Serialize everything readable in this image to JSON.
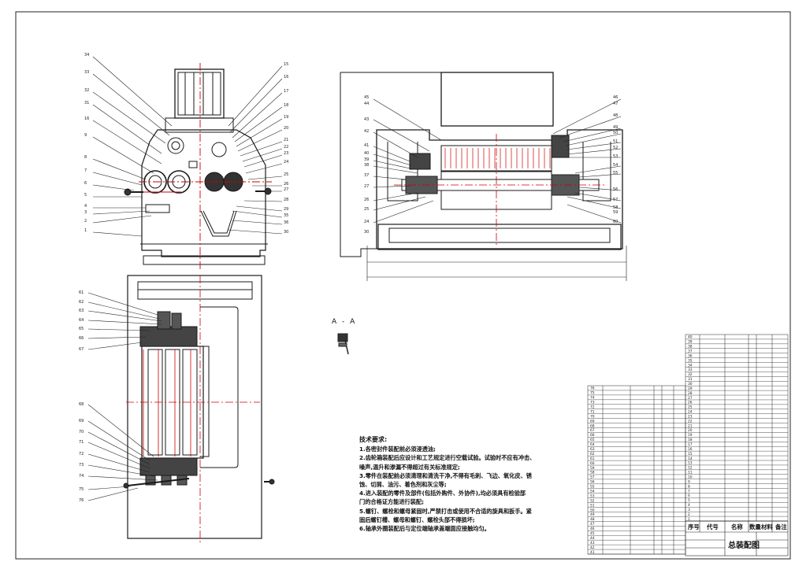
{
  "drawing": {
    "section_label": "A - A",
    "title_block": {
      "title": "总装配图",
      "headers": [
        "序号",
        "代号",
        "名称",
        "数量",
        "材料",
        "备注"
      ]
    },
    "technical_requirements": {
      "heading": "技术要求:",
      "items": [
        "1.各密封件装配前必须浸透油;",
        "2.齿轮箱装配后应设计和工艺规定进行空载试验。试验时不应有冲击、",
        "噪声,温升和渗漏不得超过有关标准规定;",
        "3.零件在装配前必须清理和清洗干净,不得有毛刺、飞边、氧化皮、锈",
        "蚀、切屑、油污、着色剂和灰尘等;",
        "4.进入装配的零件及部件(包括外购件、外协件),均必须具有检验部",
        "门的合格证方能进行装配;",
        "5.螺钉、螺栓和螺母紧固时,严禁打击或使用不合适的旋具和扳手。紧",
        "固后螺钉槽、螺母和螺钉、螺栓头部不得损坏;",
        "6.轴承外圈装配后与定位端轴承盖端面应接触均匀。"
      ]
    },
    "callouts_front_view": [
      "34",
      "33",
      "32",
      "31",
      "16",
      "9",
      "8",
      "7",
      "6",
      "5",
      "4",
      "3",
      "2",
      "1",
      "15",
      "16",
      "17",
      "18",
      "19",
      "20",
      "21",
      "22",
      "23",
      "24",
      "25",
      "26",
      "27",
      "28",
      "29",
      "35",
      "36",
      "30"
    ],
    "callouts_section_view": [
      "45",
      "44",
      "43",
      "42",
      "41",
      "40",
      "39",
      "38",
      "37",
      "27",
      "26",
      "25",
      "24",
      "30",
      "46",
      "47",
      "48",
      "49",
      "50",
      "51",
      "52",
      "53",
      "54",
      "55",
      "56",
      "57",
      "58",
      "59",
      "60"
    ],
    "callouts_plan_view": [
      "61",
      "62",
      "63",
      "64",
      "65",
      "66",
      "67",
      "68",
      "69",
      "70",
      "71",
      "72",
      "73",
      "74",
      "75",
      "76"
    ],
    "bom_right_numbers": [
      "40",
      "39",
      "38",
      "37",
      "36",
      "35",
      "34",
      "33",
      "32",
      "31",
      "30",
      "29",
      "28",
      "27",
      "26",
      "25",
      "24",
      "23",
      "22",
      "21",
      "20",
      "19",
      "18",
      "17",
      "16",
      "15",
      "14",
      "13",
      "12",
      "11",
      "10",
      "9",
      "8",
      "7",
      "6",
      "5",
      "4",
      "3",
      "2",
      "1"
    ],
    "bom_left_numbers": [
      "76",
      "75",
      "74",
      "73",
      "72",
      "71",
      "70",
      "69",
      "68",
      "67",
      "66",
      "65",
      "64",
      "63",
      "62",
      "61",
      "60",
      "59",
      "58",
      "57",
      "56",
      "55",
      "54",
      "53",
      "52",
      "51",
      "50",
      "49",
      "48",
      "47",
      "46",
      "45",
      "44",
      "43",
      "42",
      "41"
    ]
  }
}
